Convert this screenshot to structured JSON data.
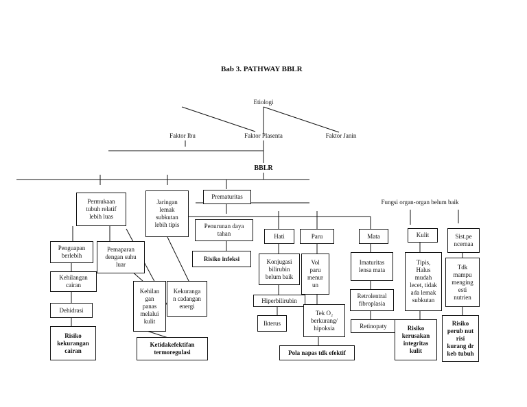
{
  "title": "Bab 3. PATHWAY BBLR",
  "nodes": {
    "etiologi": "Etiologi",
    "faktor_ibu": "Faktor Ibu",
    "faktor_plasenta": "Faktor Plasenta",
    "faktor_janin": "Faktor Janin",
    "bblr": "BBLR",
    "permukaan_tubuh": "Permukaan\ntubuh relatif\nlebih luas",
    "jaringan_lemak": "Jaringan\nlemak\nsubkutan\nlebih tipis",
    "prematuritas": "Prematuritas",
    "fungsi_organ": "Fungsi organ-organ belum baik",
    "penguapan": "Penguapan\nberlebih",
    "pemaparan": "Pemaparan\ndengan suhu\nluar",
    "penurunan_daya_tahan": "Penurunan daya\ntahan",
    "hati": "Hati",
    "paru": "Paru",
    "mata": "Mata",
    "kulit": "Kulit",
    "sist_pencernaan": "Sist.pe\nncernaa",
    "kehilangan_cairan": "Kehilangan\ncairan",
    "kehilangan_panas": "Kehilan\ngan\npanas\nmelalui\nkulit",
    "kekurangan_cadangan": "Kekuranga\nn cadangan\nenergi",
    "risiko_infeksi": "Risiko infeksi",
    "konjugasi": "Konjugasi\nbilirubin\nbelum baik",
    "vol_paru": "Vol\nparu\nmenur\nun",
    "imaturitas": "Imaturitas\nlensa mata",
    "tipis_halus": "Tipis,\nHalus\nmudah\nlecet, tidak\nada lemak\nsubkutan",
    "tdk_mampu": "Tdk\nmampu\nmenging\nesti\nnutrien",
    "dehidrasi": "Dehidrasi",
    "hiperbilirubin": "Hiperbilirubin",
    "retrolentral": "Retrolentral\nfibroplasia",
    "ikterus": "Ikterus",
    "tek_o2": "Tek O₂\nberkurang/\nhipoksia",
    "retinopaty": "Retinopaty",
    "risiko_kekurangan_cairan": "Risiko\nkekurangan\ncairan",
    "ketidakefektifan": "Ketidakefektifan\ntermoregulasi",
    "pola_napas": "Pola napas tdk efektif",
    "risiko_kerusakan": "Risiko\nkerusakan\nintegritas\nkulit",
    "risiko_perubahan": "Risiko\nperub nut\nrisi\nkurang dr\nkeb tubuh"
  }
}
